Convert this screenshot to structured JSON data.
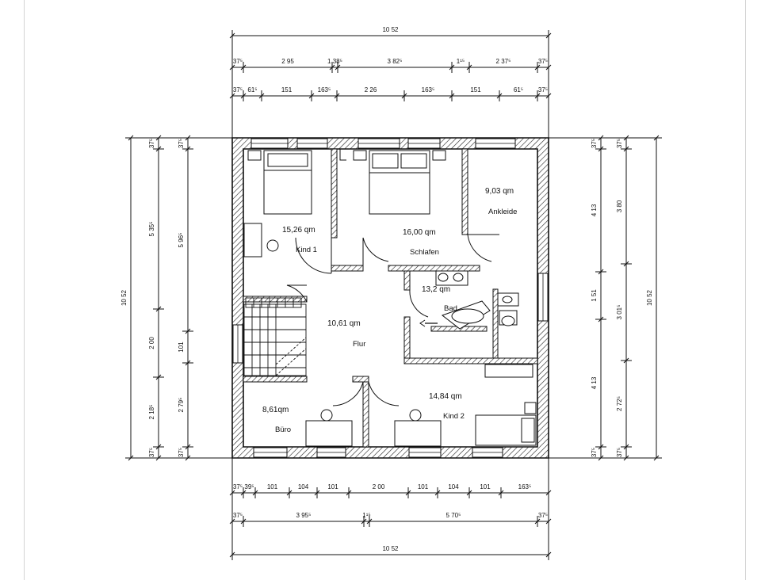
{
  "rooms": [
    {
      "id": "kind1",
      "area": "15,26 qm",
      "name": "Kind 1"
    },
    {
      "id": "schlafen",
      "area": "16,00 qm",
      "name": "Schlafen"
    },
    {
      "id": "ankleide",
      "area": "9,03 qm",
      "name": "Ankleide"
    },
    {
      "id": "bad",
      "area": "13,2 qm",
      "name": "Bad"
    },
    {
      "id": "flur",
      "area": "10,61 qm",
      "name": "Flur"
    },
    {
      "id": "buero",
      "area": "8,61qm",
      "name": "Büro"
    },
    {
      "id": "kind2",
      "area": "14,84 qm",
      "name": "Kind 2"
    }
  ],
  "dimensions": {
    "top_total": "10 52",
    "top_row2": [
      "37⁵",
      "2 95",
      "1 38⁵",
      "3 82⁵",
      "1¹⁵",
      "2 37⁵",
      "37⁵"
    ],
    "top_row3": [
      "37⁵",
      "61⁵",
      "151",
      "163⁵",
      "2 26",
      "163⁵",
      "151",
      "61⁵",
      "37⁵"
    ],
    "bottom_row1": [
      "37⁵",
      "39⁵",
      "101",
      "104",
      "101",
      "2 00",
      "101",
      "104",
      "101",
      "163⁵"
    ],
    "bottom_row2": [
      "37⁵",
      "3 95⁵",
      "1¹⁵",
      "5 70⁵",
      "37⁵"
    ],
    "bottom_total": "10 52",
    "left_total": "10 52",
    "left_row2": [
      "37⁵",
      "5 35⁵",
      "2 00",
      "2 18⁵",
      "37⁵"
    ],
    "left_row3": [
      "37⁵",
      "5 96⁵",
      "101",
      "2 79⁵",
      "37⁵"
    ],
    "right_row1": [
      "37⁵",
      "4 13",
      "1 51",
      "4 13",
      "37⁵"
    ],
    "right_row2": [
      "37⁵",
      "3 80",
      "3 01⁵",
      "2 72⁵",
      "37⁵"
    ],
    "right_total": "10 52"
  }
}
